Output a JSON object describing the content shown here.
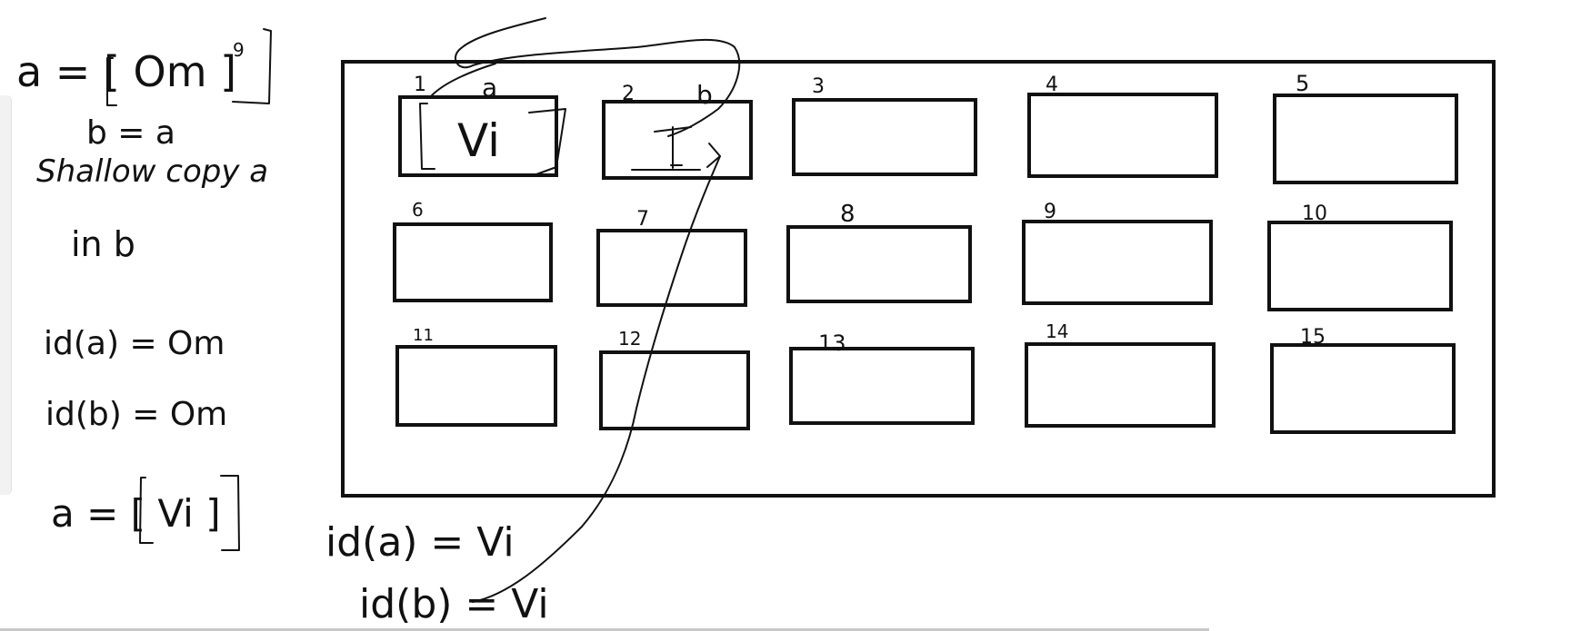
{
  "left_notes": {
    "a_def": "a = [ Om ]",
    "a_def_sup": "9",
    "b_eq_a": "b = a",
    "shallow_copy": "Shallow copy a",
    "in_b": "in b",
    "ida": "id(a) = Om",
    "idb": "id(b) = Om",
    "alpha_def": "a = [ Vi ]"
  },
  "bottom_notes": {
    "ida": "id(a) = Vi",
    "idb": "id(b) = Vi"
  },
  "memory_boxes": [
    {
      "label": "1",
      "content": "Vi"
    },
    {
      "label": "2",
      "content": ""
    },
    {
      "label": "3",
      "content": ""
    },
    {
      "label": "4",
      "content": ""
    },
    {
      "label": "5",
      "content": ""
    },
    {
      "label": "6",
      "content": ""
    },
    {
      "label": "7",
      "content": ""
    },
    {
      "label": "8",
      "content": ""
    },
    {
      "label": "9",
      "content": ""
    },
    {
      "label": "10",
      "content": ""
    },
    {
      "label": "11",
      "content": ""
    },
    {
      "label": "12",
      "content": ""
    },
    {
      "label": "13",
      "content": ""
    },
    {
      "label": "14",
      "content": ""
    },
    {
      "label": "15",
      "content": ""
    }
  ],
  "pointer_labels": {
    "a": "a",
    "b": "b"
  }
}
